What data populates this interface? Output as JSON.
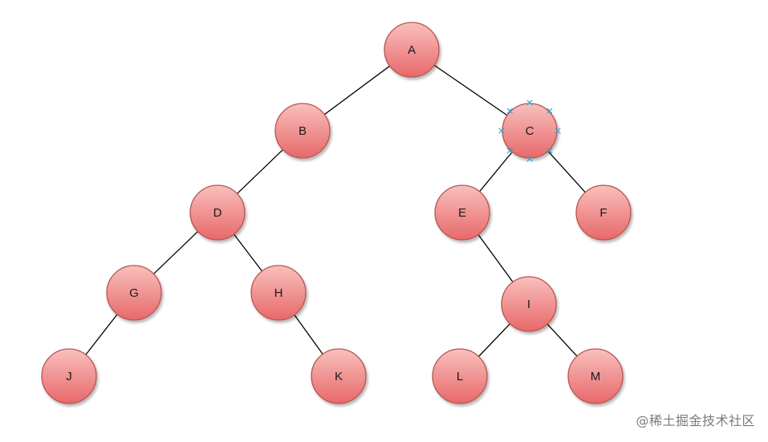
{
  "diagram": {
    "nodes": [
      {
        "id": "A",
        "label": "A"
      },
      {
        "id": "B",
        "label": "B"
      },
      {
        "id": "C",
        "label": "C",
        "selected": true
      },
      {
        "id": "D",
        "label": "D"
      },
      {
        "id": "E",
        "label": "E"
      },
      {
        "id": "F",
        "label": "F"
      },
      {
        "id": "G",
        "label": "G"
      },
      {
        "id": "H",
        "label": "H"
      },
      {
        "id": "I",
        "label": "I"
      },
      {
        "id": "J",
        "label": "J"
      },
      {
        "id": "K",
        "label": "K"
      },
      {
        "id": "L",
        "label": "L"
      },
      {
        "id": "M",
        "label": "M"
      }
    ],
    "edges": [
      [
        "A",
        "B"
      ],
      [
        "A",
        "C"
      ],
      [
        "B",
        "D"
      ],
      [
        "C",
        "E"
      ],
      [
        "C",
        "F"
      ],
      [
        "D",
        "G"
      ],
      [
        "D",
        "H"
      ],
      [
        "G",
        "J"
      ],
      [
        "H",
        "K"
      ],
      [
        "E",
        "I"
      ],
      [
        "I",
        "L"
      ],
      [
        "I",
        "M"
      ]
    ],
    "colors": {
      "node_fill_top": "#f8c0bd",
      "node_fill_bottom": "#e8686a",
      "node_stroke": "#b85450",
      "edge": "#000000",
      "selection_handle": "#29a7e1"
    }
  },
  "watermark": "@稀土掘金技术社区"
}
